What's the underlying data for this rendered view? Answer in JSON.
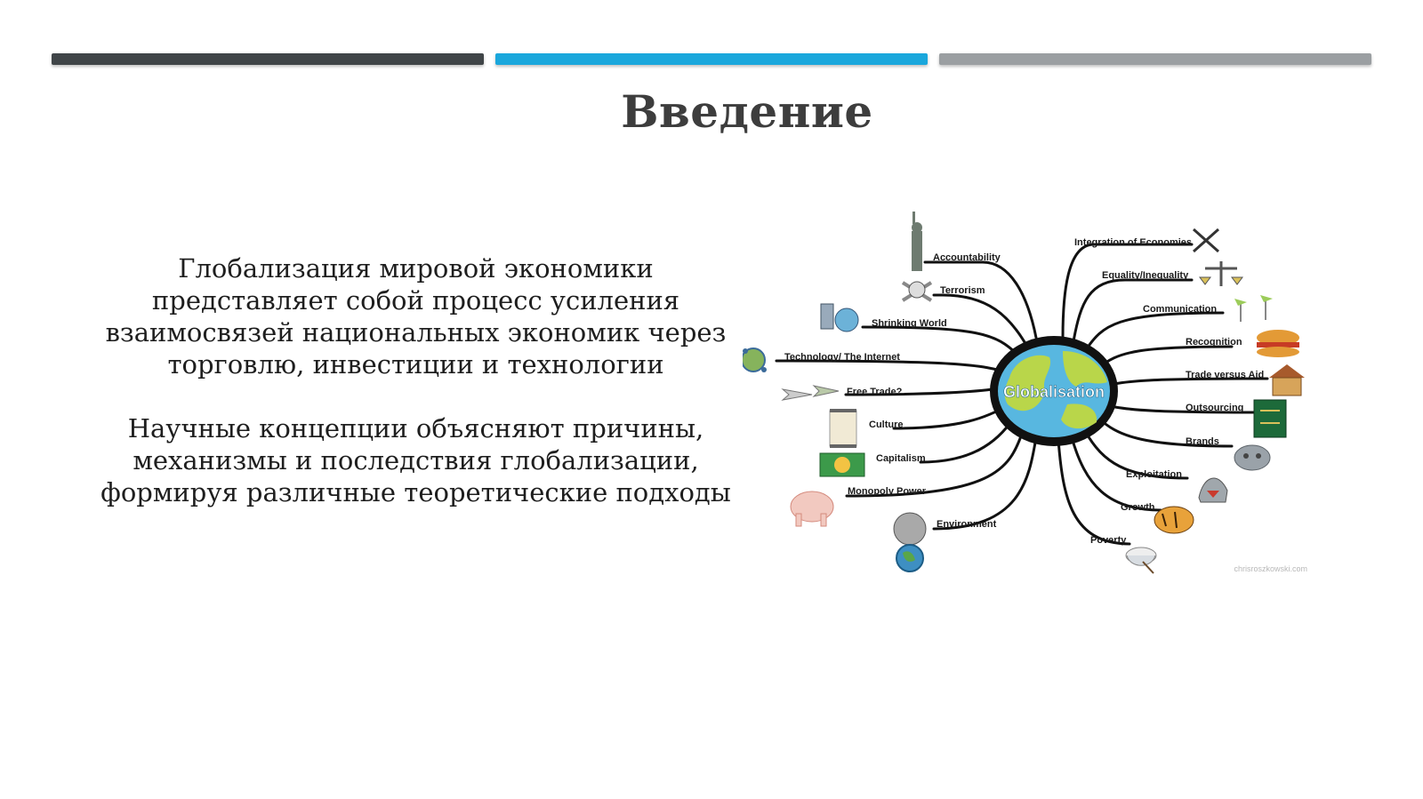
{
  "slide": {
    "title": "Введение",
    "paragraphs": [
      "Глобализация мировой экономики представляет собой процесс усиления взаимосвязей национальных экономик через торговлю, инвестиции и технологии",
      "Научные концепции объясняют причины, механизмы и последствия глобализации, формируя различные теоретические подходы"
    ],
    "accent_colors": [
      "#404548",
      "#1aa7dc",
      "#9b9fa2"
    ]
  },
  "mindmap": {
    "center": "Globalisation",
    "left_branches": [
      {
        "label": "Accountability",
        "icon": "statue-of-liberty-icon"
      },
      {
        "label": "Terrorism",
        "icon": "skull-crossbones-icon"
      },
      {
        "label": "Shrinking World",
        "icon": "computer-globe-icon"
      },
      {
        "label": "Technology/ The Internet",
        "icon": "network-globe-icon"
      },
      {
        "label": "Free Trade?",
        "icon": "airplanes-icon"
      },
      {
        "label": "Culture",
        "icon": "scroll-icon"
      },
      {
        "label": "Capitalism",
        "icon": "dollar-bill-icon"
      },
      {
        "label": "Monopoly Power",
        "icon": "elephant-icon"
      },
      {
        "label": "Environment",
        "icon": "tree-earth-icon"
      }
    ],
    "right_branches": [
      {
        "label": "Integration of Economies",
        "icon": "crossed-tools-icon"
      },
      {
        "label": "Equality/Inequality",
        "icon": "scales-icon"
      },
      {
        "label": "Communication",
        "icon": "wind-turbines-icon"
      },
      {
        "label": "Recognition",
        "icon": "burger-icon"
      },
      {
        "label": "Trade versus Aid",
        "icon": "house-icon"
      },
      {
        "label": "Outsourcing",
        "icon": "circuit-board-icon"
      },
      {
        "label": "Brands",
        "icon": "game-controller-icon"
      },
      {
        "label": "Exploitation",
        "icon": "shark-icon"
      },
      {
        "label": "Growth",
        "icon": "tiger-icon"
      },
      {
        "label": "Poverty",
        "icon": "rice-bowl-icon"
      }
    ],
    "credit": "chrisroszkowski.com"
  }
}
